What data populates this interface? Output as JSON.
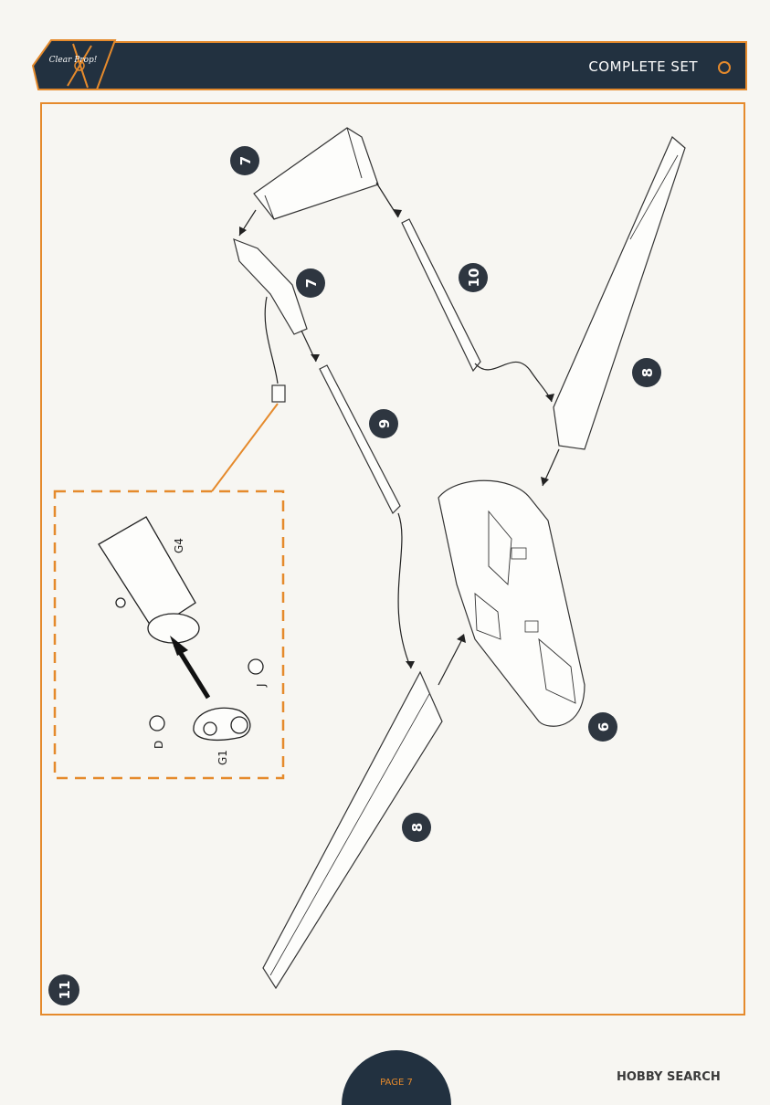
{
  "header": {
    "title": "COMPLETE SET"
  },
  "logo": {
    "text": "Clear Prop!"
  },
  "step": {
    "number": "11"
  },
  "callouts": [
    {
      "label": "7"
    },
    {
      "label": "7"
    },
    {
      "label": "10"
    },
    {
      "label": "8"
    },
    {
      "label": "9"
    },
    {
      "label": "6"
    },
    {
      "label": "8"
    }
  ],
  "detail_parts": [
    {
      "label": "G4"
    },
    {
      "label": "G1"
    },
    {
      "label": "D"
    },
    {
      "label": "J"
    }
  ],
  "footer": {
    "page": "PAGE 7"
  },
  "watermark": {
    "text": "HOBBY SEARCH"
  },
  "colors": {
    "accent": "#e58a2c",
    "navy": "#223140"
  }
}
